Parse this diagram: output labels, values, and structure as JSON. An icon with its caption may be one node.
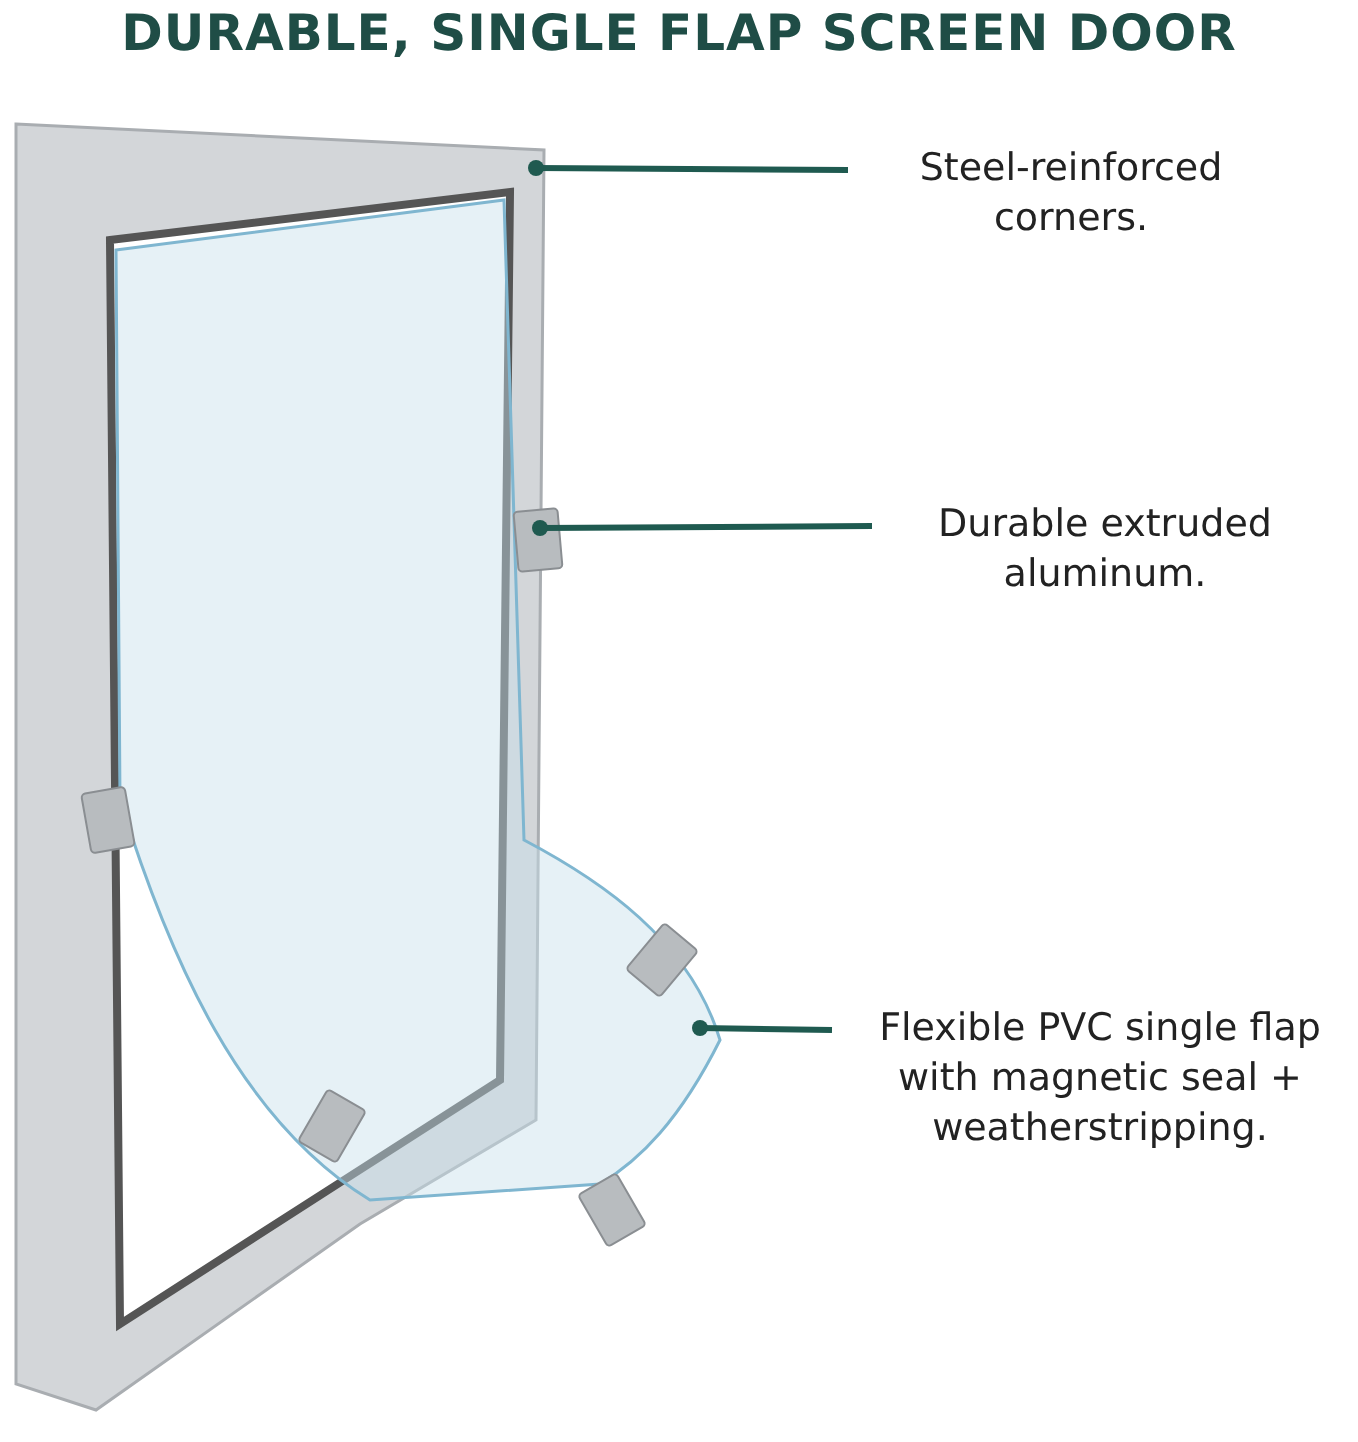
{
  "diagram": {
    "title": "DURABLE, SINGLE FLAP SCREEN DOOR",
    "nodes": [
      {
        "text": [
          "Steel-reinforced corners."
        ]
      },
      {
        "text": [
          "Durable extruded aluminum."
        ]
      },
      {
        "text": [
          "Flexible PVC single flap with magnetic seal + weatherstripping."
        ]
      }
    ],
    "edges": [
      {
        "from": 0,
        "to": null,
        "arrow": "other"
      },
      {
        "from": 1,
        "to": null,
        "arrow": "other"
      },
      {
        "from": 2,
        "to": null,
        "arrow": "other"
      }
    ]
  }
}
